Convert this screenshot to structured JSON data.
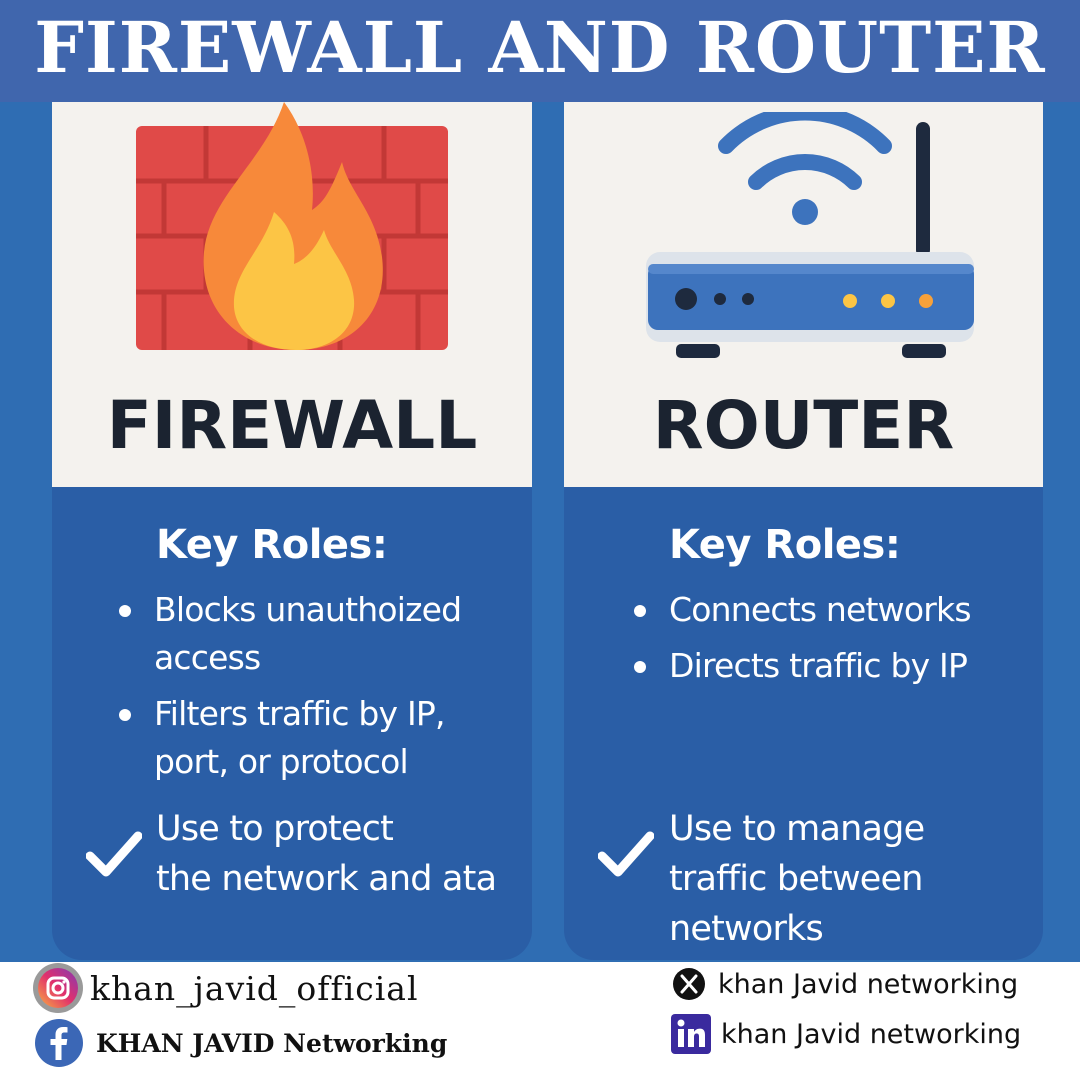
{
  "header": {
    "title": "FIREWALL AND ROUTER"
  },
  "firewall": {
    "name": "FIREWALL",
    "icon": "firewall-flame-icon",
    "roles_heading": "Key Roles:",
    "bullets": [
      {
        "line1": "Blocks unauthoized",
        "line2": "access"
      },
      {
        "line1": "Filters traffic by IP,",
        "line2": "port, or protocol"
      }
    ],
    "use": {
      "line1": "Use to protect",
      "line2": "the network and ata"
    }
  },
  "router": {
    "name": "ROUTER",
    "icon": "wifi-router-icon",
    "roles_heading": "Key Roles:",
    "bullets": [
      {
        "line1": "Connects networks"
      },
      {
        "line1": "Directs traffic by IP"
      }
    ],
    "use": {
      "line1": "Use to manage",
      "line2": "traffic between",
      "line3": "networks"
    }
  },
  "footer": {
    "instagram": {
      "icon": "instagram-icon",
      "label": "khan_javid_official"
    },
    "facebook": {
      "icon": "facebook-icon",
      "label": "KHAN JAVID Networking"
    },
    "x": {
      "icon": "x-icon",
      "label": "khan Javid networking"
    },
    "linkedin": {
      "icon": "linkedin-icon",
      "label": "khan Javid networking"
    }
  },
  "colors": {
    "background": "#2f6db3",
    "header": "#4066ad",
    "card_bottom": "#2a5ea6",
    "card_top": "#f4f2ee",
    "brick_red": "#e04a48",
    "flame_orange": "#f7893a",
    "flame_yellow": "#fcc545",
    "router_blue": "#3d73bd"
  }
}
